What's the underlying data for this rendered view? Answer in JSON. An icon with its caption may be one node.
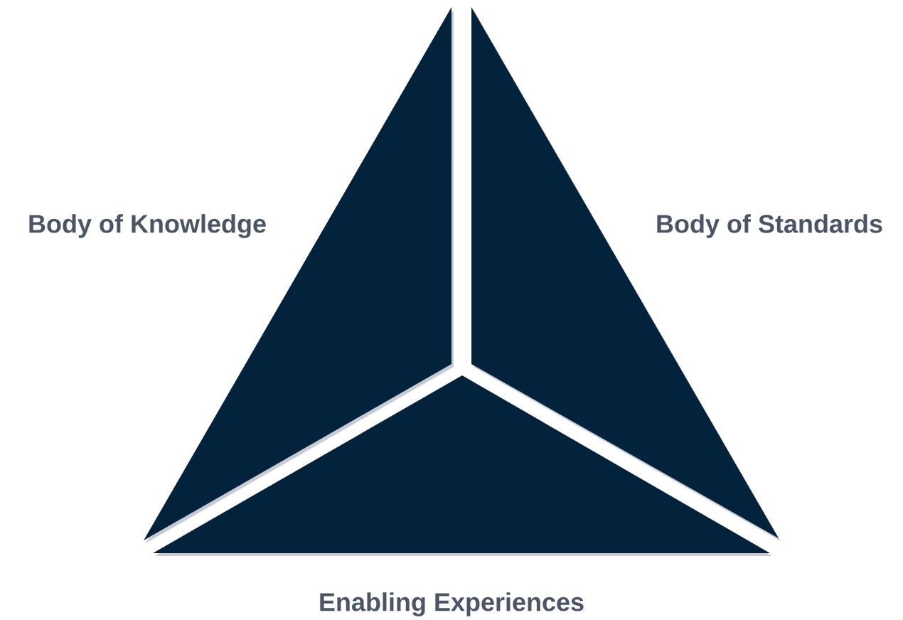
{
  "diagram": {
    "nodes": [
      {
        "text": [
          "Body of Knowledge"
        ]
      },
      {
        "text": [
          "Body of Standards"
        ]
      },
      {
        "text": [
          "Enabling Experiences"
        ]
      }
    ]
  }
}
